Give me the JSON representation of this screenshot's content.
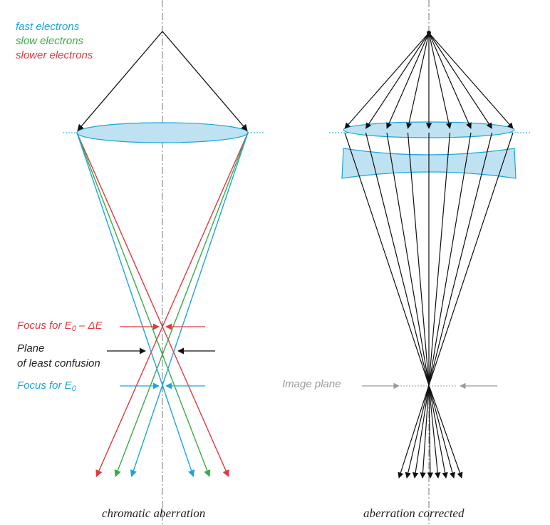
{
  "legend": {
    "fast": "fast electrons",
    "slow": "slow electrons",
    "slower": "slower electrons"
  },
  "labels": {
    "focus_e0_de_prefix": "Focus for E",
    "focus_e0_de_sub": "0",
    "focus_e0_de_suffix": " – ΔE",
    "plane_line1": "Plane",
    "plane_line2": "of least confusion",
    "focus_e0_prefix": "Focus for E",
    "focus_e0_sub": "0",
    "image_plane": "Image plane"
  },
  "captions": {
    "left": "chromatic aberration",
    "right": "aberration corrected"
  },
  "colors": {
    "fast": "#1ba6d9",
    "slow": "#3aaa48",
    "slower": "#e0393e",
    "lens_fill": "#bfe2f2",
    "lens_stroke": "#1ba6d9",
    "ray": "#111111",
    "axis": "#777777",
    "image_plane": "#9a9a9a"
  }
}
